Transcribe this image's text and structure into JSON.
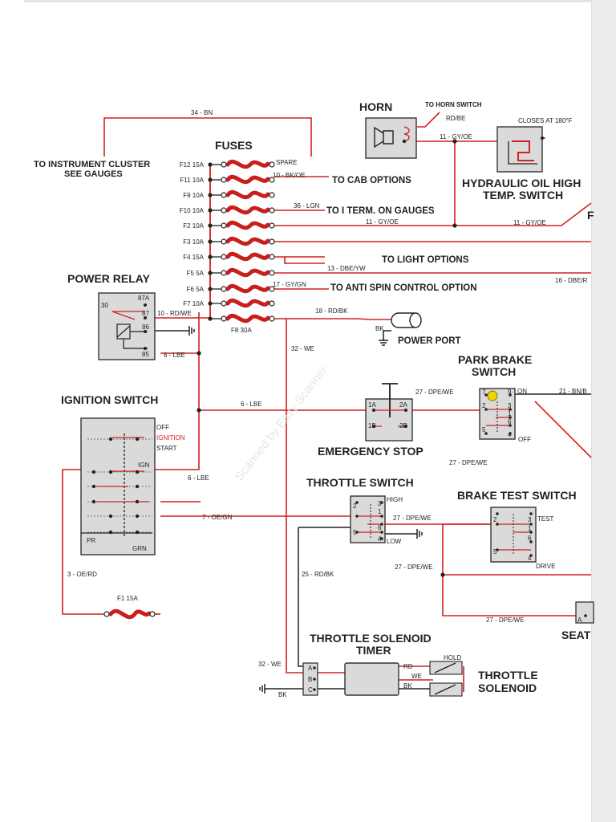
{
  "colors": {
    "wire_red": "#d42020",
    "wire_black": "#222222",
    "box_fill": "#dadada",
    "fuse_red": "#c81e1e",
    "yellow": "#f2d200"
  },
  "blocks": {
    "fuses_title": "FUSES",
    "horn": "HORN",
    "to_horn_switch": "TO HORN SWITCH",
    "closes": "CLOSES AT 180°F",
    "hyd1": "HYDRAULIC OIL HIGH",
    "hyd2": "TEMP. SWITCH",
    "power_relay": "POWER RELAY",
    "ignition_switch": "IGNITION SWITCH",
    "instr1": "TO INSTRUMENT CLUSTER",
    "instr2": "SEE GAUGES",
    "to_cab": "TO CAB OPTIONS",
    "to_iterm": "TO I TERM. ON GAUGES",
    "to_light": "TO LIGHT OPTIONS",
    "to_antispin": "TO ANTI SPIN CONTROL OPTION",
    "power_port": "POWER PORT",
    "park_brake1": "PARK BRAKE",
    "park_brake2": "SWITCH",
    "emergency": "EMERGENCY STOP",
    "throttle_switch": "THROTTLE SWITCH",
    "brake_test": "BRAKE TEST  SWITCH",
    "tst1": "THROTTLE SOLENOID",
    "tst2": "TIMER",
    "ts1": "THROTTLE",
    "ts2": "SOLENOID",
    "seat": "SEAT",
    "f1": "F1 15A",
    "watermark": "Scanned by Easy Scanner"
  },
  "fuses": [
    {
      "label": "F12  15A",
      "out": "SPARE"
    },
    {
      "label": "F11  10A",
      "out": "10 - BK/OE"
    },
    {
      "label": "F9  10A",
      "out": ""
    },
    {
      "label": "F10  10A",
      "out": "36 - LGN"
    },
    {
      "label": "F2 10A",
      "out": "11 - GY/OE"
    },
    {
      "label": "F3  10A",
      "out": ""
    },
    {
      "label": "F4  15A",
      "out": ""
    },
    {
      "label": "F5  5A",
      "out": "13 - DBE/YW"
    },
    {
      "label": "F6  5A",
      "out": "17 - GY/GN"
    },
    {
      "label": "F7  10A",
      "out": ""
    },
    {
      "label": "F8  30A",
      "out": "18 - RD/BK"
    }
  ],
  "wires": {
    "w34": "34 - BN",
    "rdbe": "RD/BE",
    "w11a": "11 - GY/OE",
    "w11b": "11 - GY/OE",
    "w16": "16 - DBE/R",
    "w10": "10 - RD/WE",
    "w6a": "6 - LBE",
    "w6b": "6 - LBE",
    "w6c": "6 - LBE",
    "w32a": "32 - WE",
    "w32b": "32 - WE",
    "w21": "21 - BN/B",
    "w27a": "27 - DPE/WE",
    "w27b": "27 - DPE/WE",
    "w27c": "27 - DPE/WE",
    "w27d": "27 - DPE/WE",
    "w27e": "27 - DPE/WE",
    "w7": "7 - OE/GN",
    "w25": "25 - RD/BK",
    "w3": "3 - OE/RD",
    "bk1": "BK",
    "bk2": "BK",
    "bk3": "BK",
    "rd": "RD",
    "we": "WE",
    "hold": "HOLD"
  },
  "relay": {
    "p30": "30",
    "p87a": "87A",
    "p87": "87",
    "p86": "86",
    "p85": "85"
  },
  "ign": {
    "off": "OFF",
    "ignition": "IGNITION",
    "start": "START",
    "ign": "IGN",
    "pr": "PR",
    "grn": "GRN"
  },
  "pbs": {
    "p7": "7",
    "p9": "9",
    "p2": "2",
    "p3": "3",
    "p1": "1",
    "p6": "6",
    "p5": "5",
    "p4": "4",
    "on": "ON",
    "off": "OFF"
  },
  "es": {
    "a1": "1A",
    "a2": "2A",
    "b1": "1B",
    "b2": "2B"
  },
  "thr": {
    "p2": "2",
    "p3": "3",
    "p1": "1",
    "p6": "6",
    "p5": "5",
    "p4": "4",
    "high": "HIGH",
    "low": "LOW"
  },
  "bt": {
    "p2": "2",
    "p3": "3",
    "p1": "1",
    "p6": "6",
    "p5": "5",
    "p4": "4",
    "test": "TEST",
    "drive": "DRIVE"
  },
  "tmr": {
    "a": "A",
    "b": "B",
    "c": "C"
  },
  "seat_pin": "A"
}
